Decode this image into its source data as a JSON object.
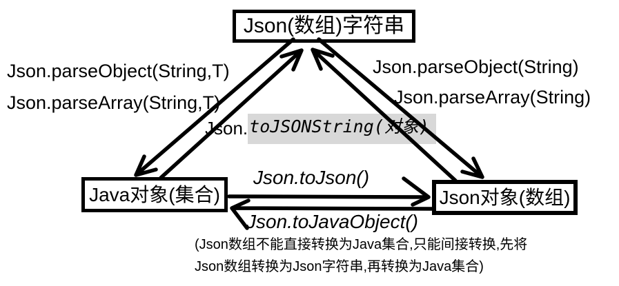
{
  "diagram": {
    "nodes": {
      "top": {
        "label": "Json(数组)字符串"
      },
      "left": {
        "label": "Java对象(集合)"
      },
      "right": {
        "label": "Json对象(数组)"
      }
    },
    "edge_labels": {
      "parse_left_line1": "Json.parseObject(String,T)",
      "parse_left_line2": "Json.parseArray(String,T)",
      "parse_right_line1": "Json.parseObject(String)",
      "parse_right_line2": "Json.parseArray(String)",
      "to_json_string_prefix": "Json.",
      "to_json_string_method": "toJSONString(对象)",
      "to_json": "Json.toJson()",
      "to_java_object": "Json.toJavaObject()"
    },
    "note": {
      "line1": "(Json数组不能直接转换为Java集合,只能间接转换,先将",
      "line2": "Json数组转换为Json字符串,再转换为Java集合)"
    },
    "colors": {
      "stroke": "#000000",
      "highlight": "#d8d8d8",
      "background": "#ffffff"
    }
  }
}
